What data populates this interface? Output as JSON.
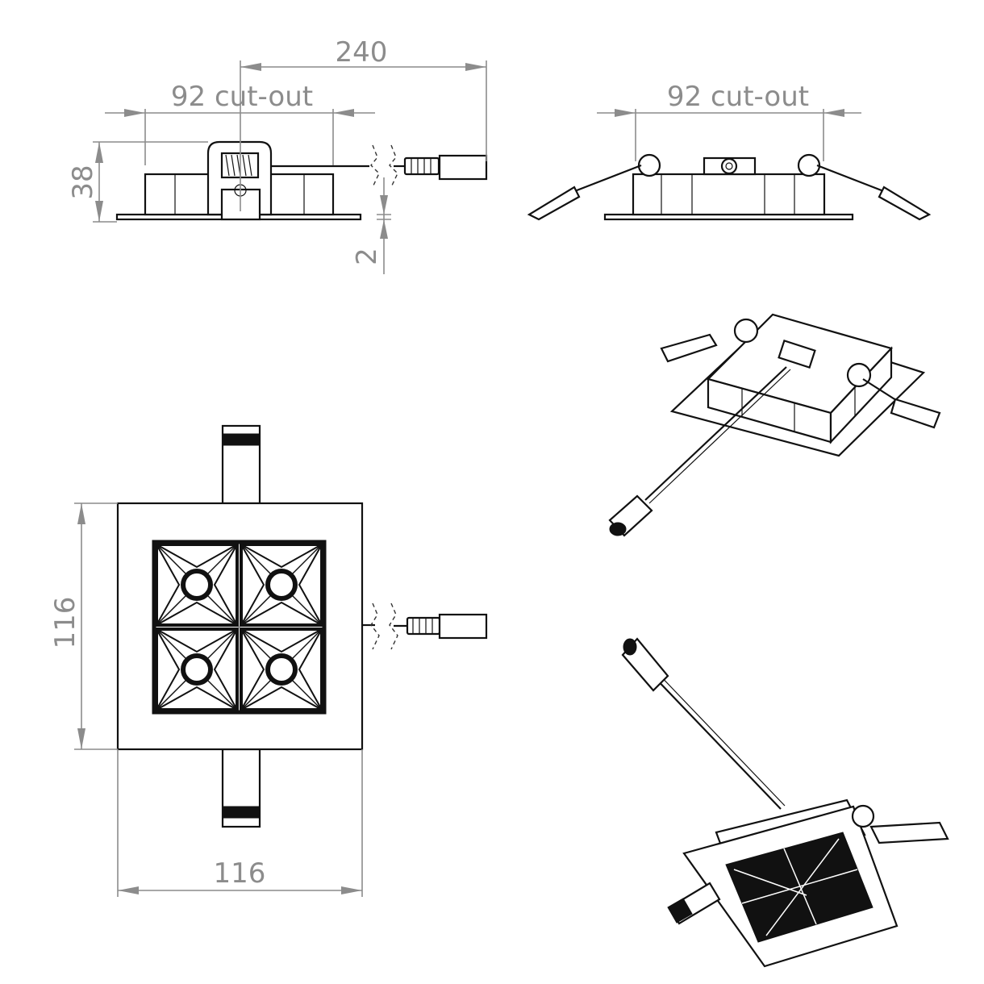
{
  "drawing": {
    "side_view": {
      "overall_length": "240",
      "cutout": "92 cut-out",
      "height": "38",
      "plate_thickness": "2"
    },
    "front_view": {
      "cutout": "92 cut-out"
    },
    "plan_view": {
      "height": "116",
      "width": "116"
    }
  }
}
